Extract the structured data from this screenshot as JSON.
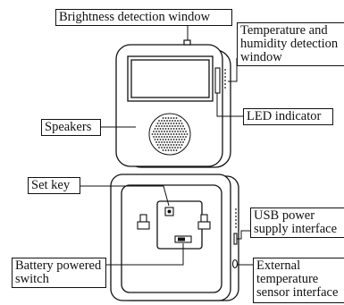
{
  "labels": {
    "brightness": "Brightness detection window",
    "temp_humidity_l1": "Temperature and",
    "temp_humidity_l2": "humidity detection",
    "temp_humidity_l3": "window",
    "led": "LED indicator",
    "speakers": "Speakers",
    "set_key": "Set key",
    "usb_l1": "USB power",
    "usb_l2": "supply interface",
    "battery_l1": "Battery powered",
    "battery_l2": "switch",
    "external_l1": "External",
    "external_l2": "temperature",
    "external_l3": "sensor interface"
  },
  "colors": {
    "line": "#111111",
    "background": "#ffffff",
    "device_face": "#ffffff"
  }
}
